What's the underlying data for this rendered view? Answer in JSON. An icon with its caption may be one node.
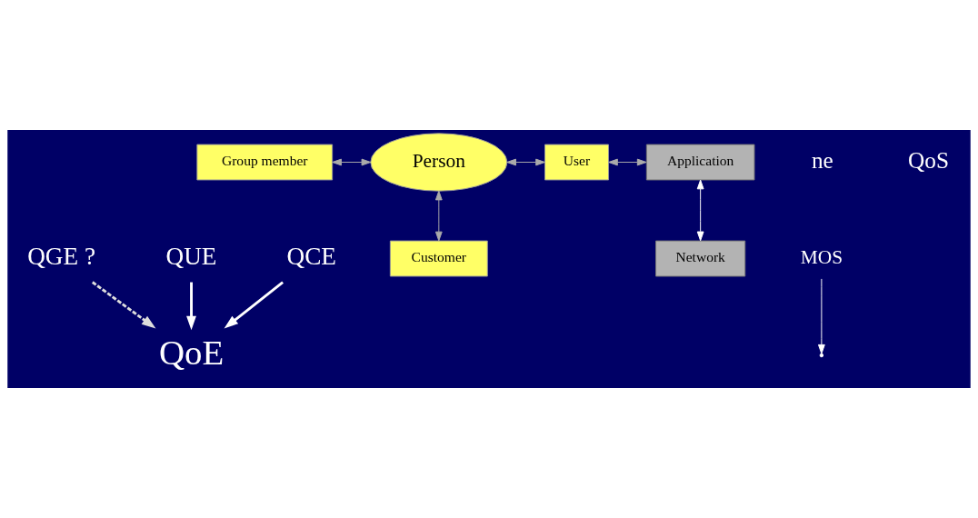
{
  "diagram": {
    "nodes": [
      {
        "text": [
          "QoE"
        ]
      },
      {
        "text": [
          "QGE ?"
        ]
      },
      {
        "text": [
          "QUE"
        ]
      },
      {
        "text": [
          "Group member"
        ]
      },
      {
        "text": [
          "Person"
        ]
      },
      {
        "text": [
          "User"
        ]
      },
      {
        "text": [
          "Application"
        ]
      },
      {
        "text": [
          "Network"
        ]
      },
      {
        "text": [
          "Customer"
        ]
      },
      {
        "text": [
          "QCE"
        ]
      },
      {
        "text": [
          "MOS"
        ]
      }
    ],
    "edges": [
      {
        "from": 1,
        "to": 0,
        "arrow": "to",
        "style": "dashed",
        "color": "#dddddd"
      },
      {
        "from": 2,
        "to": 0,
        "arrow": "to",
        "style": "thick",
        "color": "#ffffff"
      },
      {
        "from": 9,
        "to": 0,
        "arrow": "to",
        "style": "thick",
        "color": "#ffffff"
      },
      {
        "from": 3,
        "to": 4,
        "arrow": "both",
        "color": "#aaaaaa"
      },
      {
        "from": 4,
        "to": 5,
        "arrow": "both",
        "color": "#aaaaaa"
      },
      {
        "from": 5,
        "to": 6,
        "arrow": "both",
        "color": "#aaaaaa"
      },
      {
        "from": 4,
        "to": 8,
        "arrow": "both",
        "color": "#aaaaaa"
      },
      {
        "from": 6,
        "to": 7,
        "arrow": "both",
        "color": "#ffffff"
      },
      {
        "from": 10,
        "to": null,
        "arrow": "to",
        "color": "#ffffff"
      }
    ],
    "labels": [
      "ne",
      "QoS"
    ]
  }
}
